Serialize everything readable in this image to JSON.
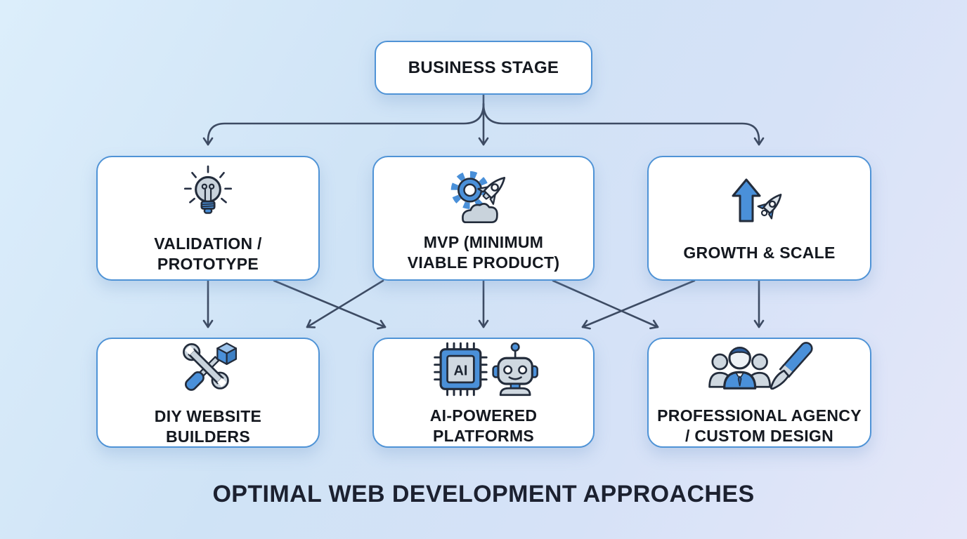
{
  "title": {
    "text": "OPTIMAL WEB DEVELOPMENT APPROACHES"
  },
  "root": {
    "label": "BUSINESS STAGE"
  },
  "stages": [
    {
      "id": "validation-prototype",
      "label": "VALIDATION / PROTOTYPE",
      "lines": [
        "VALIDATION /",
        "PROTOTYPE"
      ],
      "icon": "lightbulb-icon"
    },
    {
      "id": "mvp",
      "label": "MVP (MINIMUM VIABLE PRODUCT)",
      "lines": [
        "MVP (MINIMUM",
        "VIABLE PRODUCT)"
      ],
      "icon": "gear-rocket-launch-icon"
    },
    {
      "id": "growth-scale",
      "label": "GROWTH & SCALE",
      "lines": [
        "GROWTH & SCALE"
      ],
      "icon": "growth-arrow-rocket-icon"
    }
  ],
  "approaches": [
    {
      "id": "diy-website-builders",
      "label": "DIY WEBSITE BUILDERS",
      "lines": [
        "DIY WEBSITE",
        "BUILDERS"
      ],
      "icon": "wrench-screwdriver-cube-icon"
    },
    {
      "id": "ai-powered-platforms",
      "label": "AI-POWERED PLATFORMS",
      "lines": [
        "AI-POWERED",
        "PLATFORMS"
      ],
      "icon": "ai-chip-robot-icon",
      "chip_label": "AI"
    },
    {
      "id": "professional-agency-custom-design",
      "label": "PROFESSIONAL AGENCY / CUSTOM DESIGN",
      "lines": [
        "PROFESSIONAL AGENCY",
        "/ CUSTOM DESIGN"
      ],
      "icon": "team-paintbrush-icon"
    }
  ],
  "connections": [
    {
      "from": "business-stage",
      "to": "validation-prototype"
    },
    {
      "from": "business-stage",
      "to": "mvp"
    },
    {
      "from": "business-stage",
      "to": "growth-scale"
    },
    {
      "from": "validation-prototype",
      "to": "diy-website-builders"
    },
    {
      "from": "validation-prototype",
      "to": "ai-powered-platforms"
    },
    {
      "from": "mvp",
      "to": "diy-website-builders"
    },
    {
      "from": "mvp",
      "to": "ai-powered-platforms"
    },
    {
      "from": "mvp",
      "to": "professional-agency-custom-design"
    },
    {
      "from": "growth-scale",
      "to": "ai-powered-platforms"
    },
    {
      "from": "growth-scale",
      "to": "professional-agency-custom-design"
    }
  ],
  "colors": {
    "background_top_left": "#dceefb",
    "background_bottom_right": "#e5e7f9",
    "box_fill": "#ffffff",
    "box_border": "#4f93d6",
    "arrow": "#3d4b63",
    "label_text": "#14181f",
    "title_text": "#1c2130",
    "icon_blue": "#4a90d9",
    "icon_light_blue": "#7fb3e6",
    "icon_gray": "#c9d3dc",
    "icon_outline": "#232c3b"
  }
}
